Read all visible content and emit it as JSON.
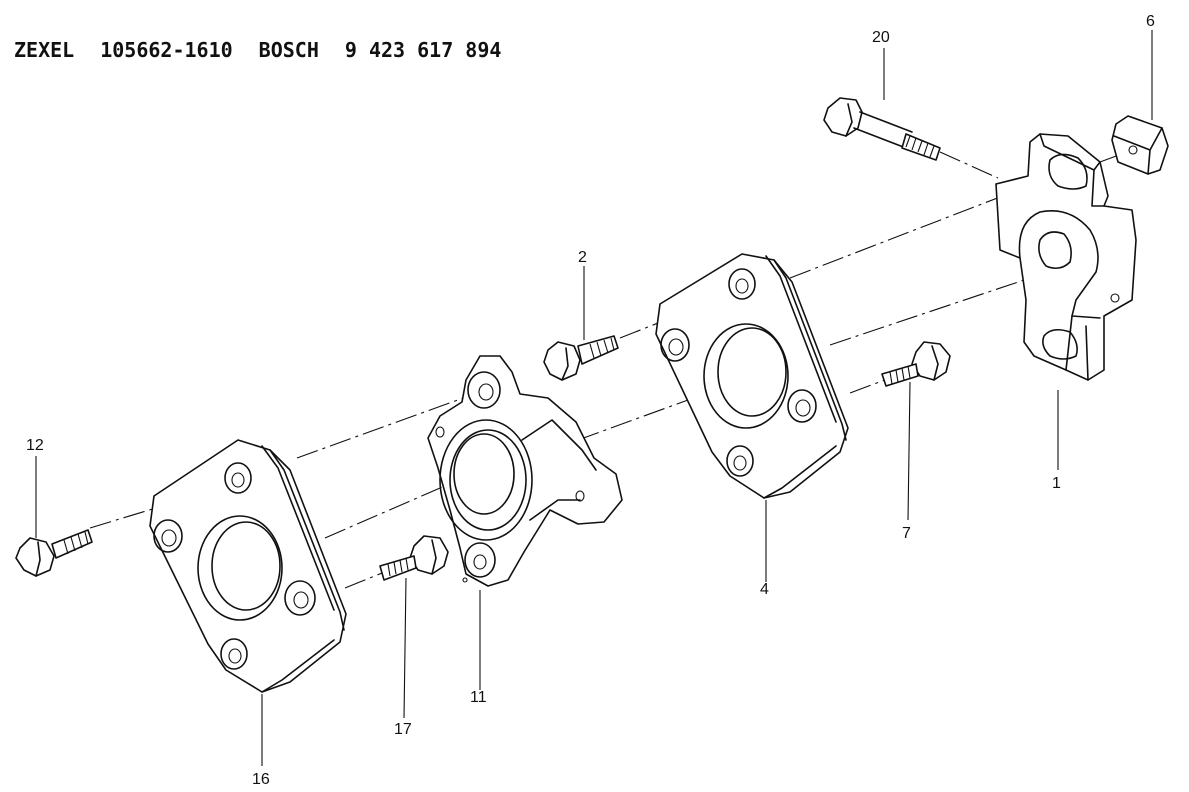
{
  "header": {
    "brand_1": "ZEXEL",
    "part_1": "105662-1610",
    "brand_2": "BOSCH",
    "part_2": "9 423 617 894"
  },
  "callouts": {
    "c20": "20",
    "c6": "6",
    "c2": "2",
    "c12": "12",
    "c1": "1",
    "c7": "7",
    "c4": "4",
    "c11": "11",
    "c17": "17",
    "c16": "16"
  }
}
